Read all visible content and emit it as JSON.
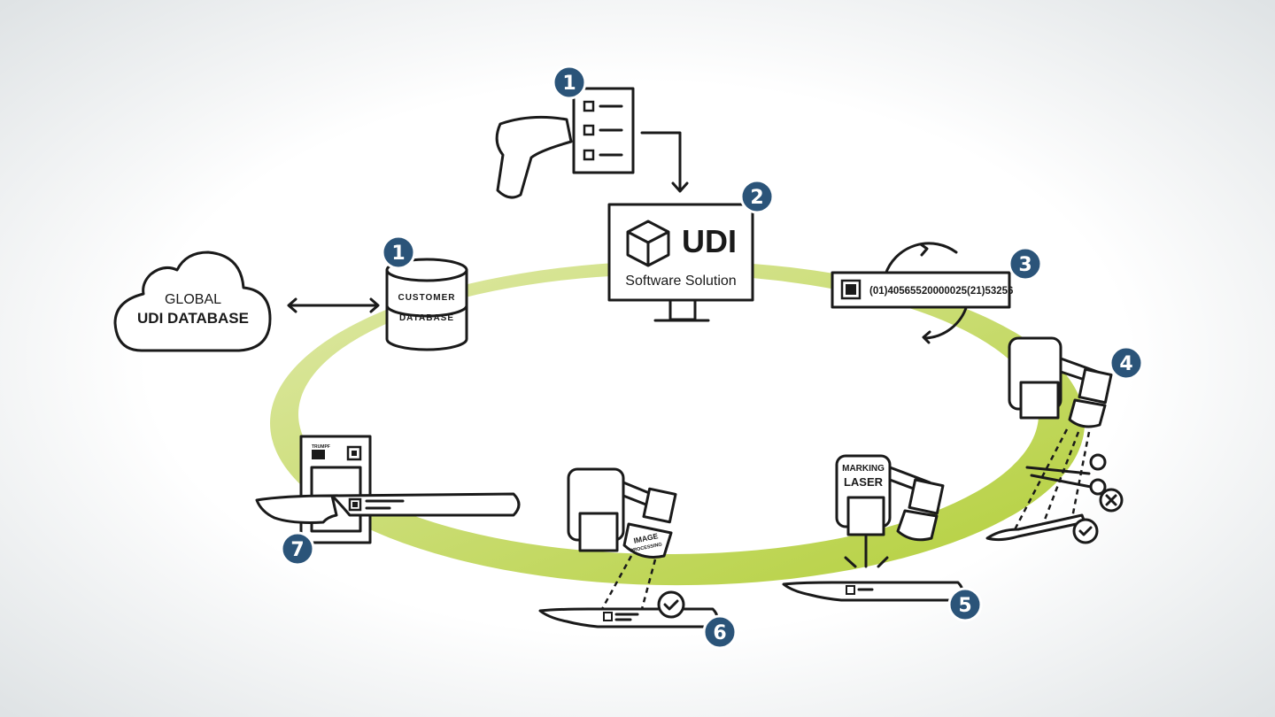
{
  "colors": {
    "badge": "#2b5479",
    "ring": "#c3d95a",
    "line": "#1a1a1a"
  },
  "steps": {
    "scan": {
      "badge": "1",
      "icons": [
        "barcode-scanner-icon",
        "checklist-icon"
      ]
    },
    "software": {
      "badge": "2",
      "title": "UDI",
      "subtitle": "Software Solution",
      "icon": "cube-icon"
    },
    "customer_db": {
      "badge": "1",
      "line1": "CUSTOMER",
      "line2": "DATABASE"
    },
    "global_db": {
      "line1": "GLOBAL",
      "line2": "UDI DATABASE"
    },
    "code": {
      "badge": "3",
      "value": "(01)40565520000025(21)53256"
    },
    "cutting": {
      "badge": "4"
    },
    "marking": {
      "badge": "5",
      "line1": "MARKING",
      "line2": "LASER"
    },
    "inspection": {
      "badge": "6",
      "line1": "IMAGE",
      "line2": "PROCESSING"
    },
    "machine": {
      "badge": "7",
      "logo": "TRUMPF"
    }
  }
}
